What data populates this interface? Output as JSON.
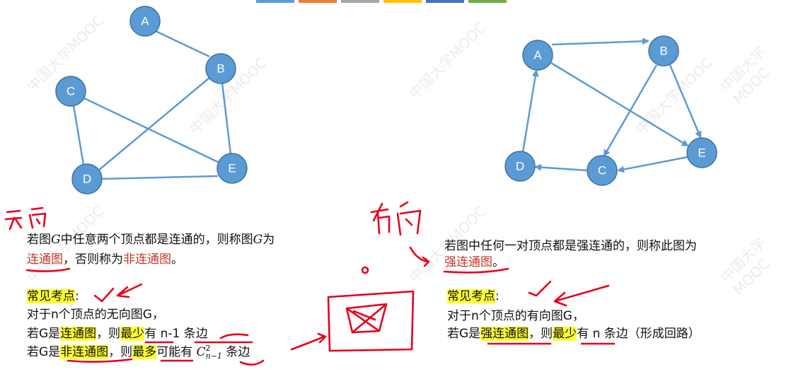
{
  "top_tabs_colors": [
    "#5b9bd5",
    "#ed7d31",
    "#a5a5a5",
    "#ffc000",
    "#4472c4",
    "#70ad47"
  ],
  "watermark": "中国大学MOOC",
  "undirected_graph": {
    "nodes": [
      "A",
      "B",
      "C",
      "D",
      "E"
    ],
    "edges": [
      [
        "A",
        "B"
      ],
      [
        "B",
        "E"
      ],
      [
        "B",
        "D"
      ],
      [
        "C",
        "D"
      ],
      [
        "C",
        "E"
      ],
      [
        "D",
        "E"
      ]
    ]
  },
  "directed_graph": {
    "nodes": [
      "A",
      "B",
      "C",
      "D",
      "E"
    ],
    "arcs": [
      [
        "A",
        "B"
      ],
      [
        "A",
        "E"
      ],
      [
        "B",
        "E"
      ],
      [
        "B",
        "C"
      ],
      [
        "E",
        "C"
      ],
      [
        "C",
        "D"
      ],
      [
        "D",
        "A"
      ]
    ]
  },
  "left": {
    "def_line1_a": "若图",
    "def_line1_g": "G",
    "def_line1_b": "中任意两个顶点都是连通的，则称图",
    "def_line1_g2": "G",
    "def_line1_c": "为",
    "def_term1": "连通图",
    "def_line2_b": "，否则称为",
    "def_term2": "非连通图",
    "def_line2_end": "。",
    "exam_label": "常见考点",
    "exam_colon": ":",
    "line_a": "对于n个顶点的无向图G，",
    "line_b_pre": "若G是",
    "line_b_term": "连通图",
    "line_b_mid": "，则",
    "line_b_least": "最少",
    "line_b_tail": "有 n-1 条边",
    "line_c_pre": "若G是",
    "line_c_term": "非连通图",
    "line_c_mid": "，则",
    "line_c_most": "最多",
    "line_c_tail1": "可能有 ",
    "line_c_c": "C",
    "line_c_sup": "2",
    "line_c_sub": "n−1",
    "line_c_tail2": " 条边"
  },
  "right": {
    "def_line1": "若图中任何一对顶点都是强连通的，则称此图为",
    "def_term": "强连通图",
    "def_end": "。",
    "exam_label": "常见考点",
    "exam_colon": ":",
    "line_a": "对于n个顶点的有向图G，",
    "line_b_pre": "若G是",
    "line_b_term": "强连通图",
    "line_b_mid": "，则",
    "line_b_least": "最少",
    "line_b_tail": "有 n 条边（形成回路）"
  },
  "handwritten": {
    "left_note": "无向",
    "right_note": "有向"
  }
}
